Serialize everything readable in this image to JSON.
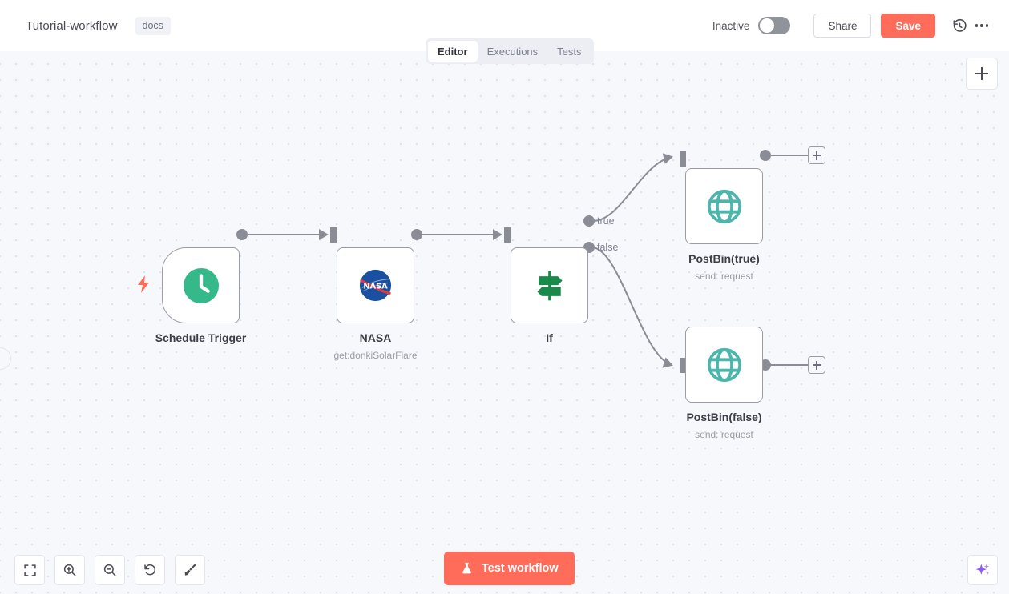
{
  "header": {
    "workflow_title": "Tutorial-workflow",
    "docs_badge": "docs",
    "activation_label": "Inactive",
    "share_label": "Share",
    "save_label": "Save",
    "history_icon": "history-icon",
    "more_icon": "ellipsis-icon",
    "accent_color": "#ff6d5a"
  },
  "tabs": [
    {
      "label": "Editor",
      "active": true
    },
    {
      "label": "Executions",
      "active": false
    },
    {
      "label": "Tests",
      "active": false
    }
  ],
  "canvas": {
    "background": "#f7f8fb",
    "dot_color": "#dcdfe8",
    "add_node_icon": "plus-icon"
  },
  "nodes": [
    {
      "id": "schedule-trigger",
      "name": "Schedule Trigger",
      "subtitle": "",
      "icon": "clock-icon",
      "icon_color": "#35b98a",
      "type": "trigger"
    },
    {
      "id": "nasa",
      "name": "NASA",
      "subtitle": "get:donkiSolarFlare",
      "icon": "nasa-logo-icon",
      "icon_color": "#0b3d91",
      "type": "action"
    },
    {
      "id": "if",
      "name": "If",
      "subtitle": "",
      "icon": "signpost-icon",
      "icon_color": "#1a8a4a",
      "type": "conditional",
      "outputs": [
        "true",
        "false"
      ]
    },
    {
      "id": "postbin-true",
      "name": "PostBin(true)",
      "subtitle": "send: request",
      "icon": "globe-icon",
      "icon_color": "#4cb5ac",
      "type": "action"
    },
    {
      "id": "postbin-false",
      "name": "PostBin(false)",
      "subtitle": "send: request",
      "icon": "globe-icon",
      "icon_color": "#4cb5ac",
      "type": "action"
    }
  ],
  "toolbar": {
    "buttons": [
      {
        "name": "fit-view-button",
        "icon": "fit-view-icon"
      },
      {
        "name": "zoom-in-button",
        "icon": "zoom-in-icon"
      },
      {
        "name": "zoom-out-button",
        "icon": "zoom-out-icon"
      },
      {
        "name": "reset-zoom-button",
        "icon": "undo-icon"
      },
      {
        "name": "tidy-up-button",
        "icon": "broom-icon"
      }
    ],
    "test_workflow_label": "Test workflow",
    "test_workflow_icon": "flask-icon",
    "ai-assistant-icon": "sparkle-icon"
  }
}
